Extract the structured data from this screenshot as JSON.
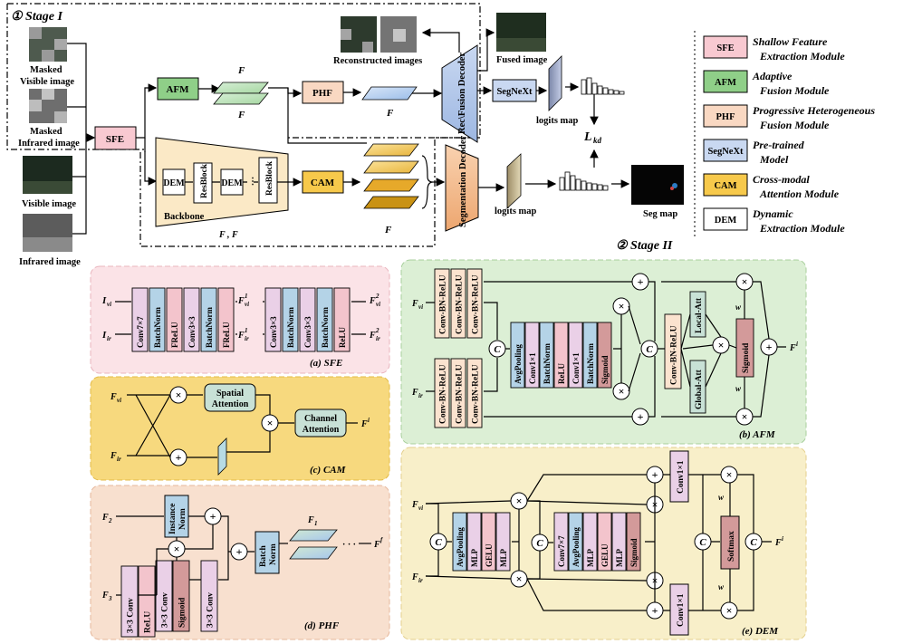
{
  "colors": {
    "sfe_pink": "#f8dfe4",
    "afm_green": "#7fbf7f",
    "phf_peach": "#fbe0cc",
    "segnext_blue": "#c9d8f1",
    "cam_yellow": "#f7c94b",
    "dem_white": "#ffffff",
    "sfe_panel": "#fbe6ea",
    "afm_panel": "#dcefd5",
    "cam_panel": "#f7d97e",
    "phf_panel": "#f8e0cf",
    "dem_panel": "#f8efc9"
  },
  "top": {
    "stage1": "① Stage I",
    "stage2": "② Stage II",
    "masked_visible": [
      "Masked",
      "Visible image"
    ],
    "masked_infrared": [
      "Masked",
      "Infrared image"
    ],
    "visible": "Visible image",
    "infrared": "Infrared image",
    "sfe": "SFE",
    "afm": "AFM",
    "phf": "PHF",
    "cam": "CAM",
    "dem": "DEM",
    "resblock": "ResBlock",
    "backbone": "Backbone",
    "segnext": "SegNeXt",
    "recon_images": "Reconstructed images",
    "fused_image": "Fused image",
    "rec_decoder": "Rec\\Fusion Decoder",
    "seg_decoder": "Segmentation Decoder",
    "logits1": "logits map",
    "logits2": "logits map",
    "seg_map": "Seg map",
    "f1": "F",
    "f2": "F",
    "ff": "F",
    "fi": "F",
    "fvi_fir": "F  , F",
    "lkd": "L"
  },
  "legend": [
    {
      "abbr": "SFE",
      "desc": [
        "Shallow Feature",
        "Extraction Module"
      ]
    },
    {
      "abbr": "AFM",
      "desc": [
        "Adaptive",
        "Fusion Module"
      ]
    },
    {
      "abbr": "PHF",
      "desc": [
        "Progressive Heterogeneous",
        "Fusion Module"
      ]
    },
    {
      "abbr": "SegNeXt",
      "desc": [
        "Pre-trained",
        "Model"
      ]
    },
    {
      "abbr": "CAM",
      "desc": [
        "Cross-modal",
        "Attention Module"
      ]
    },
    {
      "abbr": "DEM",
      "desc": [
        "Dynamic",
        "Extraction Module"
      ]
    }
  ],
  "sfe_panel": {
    "caption": "(a)  SFE",
    "blocks": [
      "Conv7×7",
      "BatchNorm",
      "FReLU",
      "Conv3×3",
      "BatchNorm",
      "FReLU",
      "Conv3×3",
      "BatchNorm",
      "Conv3×3",
      "BatchNorm",
      "ReLU"
    ]
  },
  "afm_panel": {
    "caption": "(b)  AFM",
    "conv_bn_relu": "Conv-BN-ReLU",
    "blocks": [
      "AvgPooling",
      "Conv1×1",
      "BatchNorm",
      "ReLU",
      "Conv1×1",
      "BatchNorm",
      "Sigmoid"
    ],
    "local_att": "Local-Att",
    "global_att": "Global-Att",
    "sigmoid": "Sigmoid",
    "w1": "w",
    "w2": "w"
  },
  "cam_panel": {
    "caption": "(c)  CAM",
    "spatial": [
      "Spatial",
      "Attention"
    ],
    "channel": [
      "Channel",
      "Attention"
    ]
  },
  "phf_panel": {
    "caption": "(d)  PHF",
    "instance_norm": [
      "Instance",
      "Norm"
    ],
    "batch_norm": [
      "Batch",
      "Norm"
    ],
    "conv33": "3×3 Conv",
    "relu": "ReLU",
    "sigmoid": "Sigmoid",
    "f2": "F",
    "f3": "F",
    "f1": "F",
    "ff": "F",
    "dots": "· · ·"
  },
  "dem_panel": {
    "caption": "(e)  DEM",
    "left_blocks": [
      "AvgPooling",
      "MLP",
      "GELU",
      "MLP"
    ],
    "mid_blocks": [
      "Conv7×7",
      "AvgPooling",
      "MLP",
      "GELU",
      "MLP",
      "Sigmoid"
    ],
    "conv11": "Conv1×1",
    "softmax": "Softmax",
    "w1": "w",
    "w2": "w"
  }
}
